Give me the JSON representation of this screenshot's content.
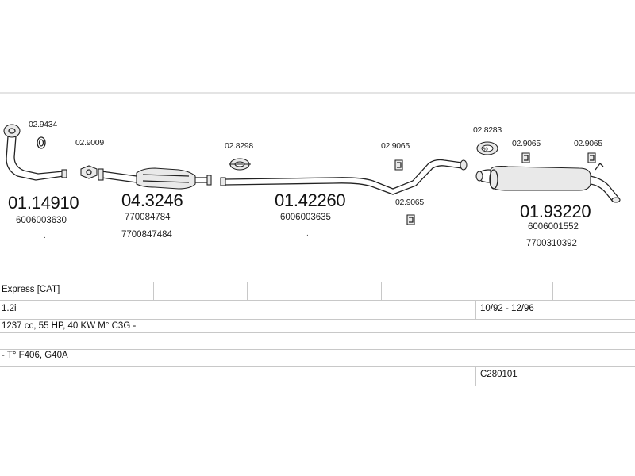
{
  "parts": {
    "front_pipe": {
      "number": "01.14910",
      "refs": [
        "6006003630"
      ]
    },
    "catalyst": {
      "number": "04.3246",
      "refs": [
        "770084784",
        "7700847484"
      ]
    },
    "middle_pipe": {
      "number": "01.42260",
      "refs": [
        "6006003635"
      ]
    },
    "rear_silencer": {
      "number": "01.93220",
      "refs": [
        "6006001552",
        "7700310392"
      ]
    }
  },
  "accessories": {
    "gasket_front": "02.9434",
    "flange_gasket": "02.9009",
    "clamp_1": "02.8298",
    "hanger_1": "02.9065",
    "hanger_2": "02.9065",
    "clamp_2": "02.8283",
    "hanger_3": "02.9065",
    "hanger_4": "02.9065"
  },
  "vehicle": {
    "model": "Express  [CAT]",
    "engine": "1.2i",
    "years": "10/92 - 12/96",
    "spec": "1237 cc, 55 HP, 40 KW M° C3G -",
    "type": "- T° F406, G40A",
    "code": "C280101"
  }
}
